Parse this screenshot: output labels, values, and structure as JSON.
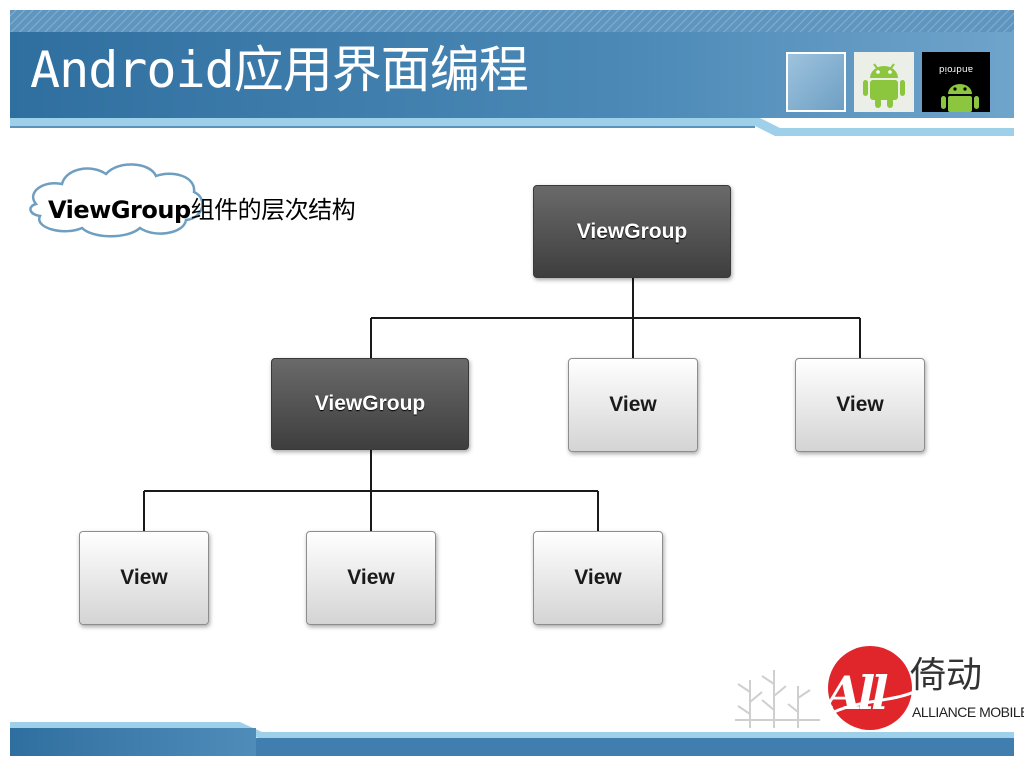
{
  "header": {
    "title": "Android应用界面编程",
    "logos": [
      {
        "icon": "blank-tile-icon"
      },
      {
        "icon": "android-robot-icon"
      },
      {
        "icon": "android-robot-black-icon",
        "text": "android"
      }
    ]
  },
  "subtitle": {
    "bold": "ViewGroup",
    "rest": "组件的层次结构"
  },
  "diagram": {
    "root": "ViewGroup",
    "child_group": "ViewGroup",
    "child_view_1": "View",
    "child_view_2": "View",
    "leaf_1": "View",
    "leaf_2": "View",
    "leaf_3": "View"
  },
  "brand": {
    "logo_text": "All",
    "chinese": "倚动",
    "english": "ALLIANCE MOBILE"
  },
  "colors": {
    "header_blue": "#4a86b3",
    "header_light": "#8fbfdc",
    "node_dark": "#4f4f4f",
    "node_light": "#e6e6e6",
    "brand_red": "#e0262b"
  }
}
